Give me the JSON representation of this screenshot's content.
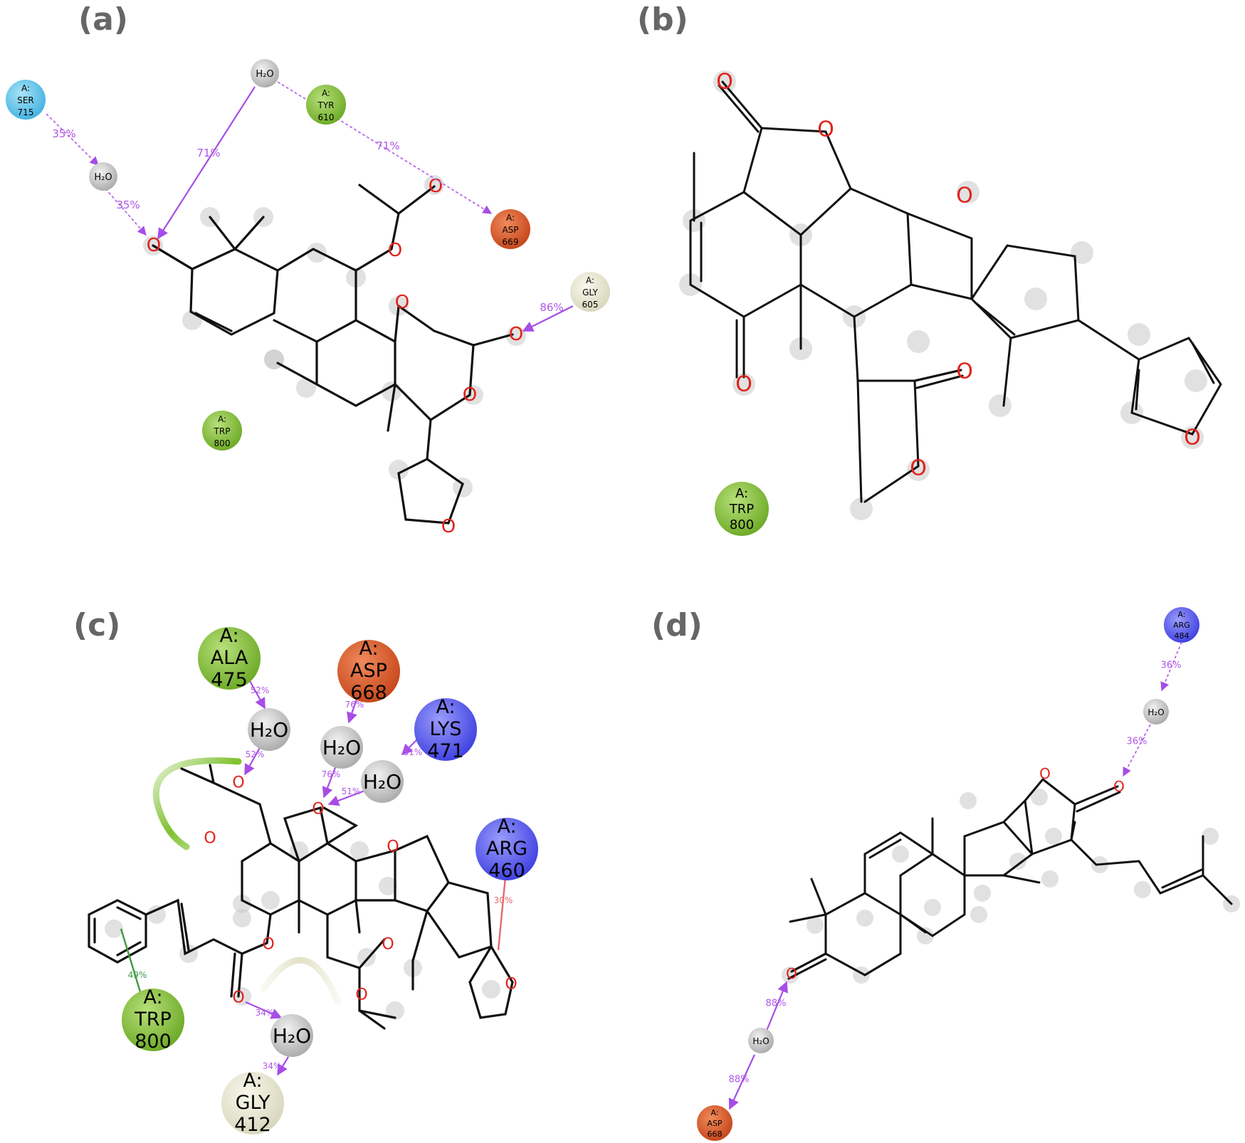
{
  "panels": [
    {
      "id": "a",
      "label": "(a)",
      "residues": [
        {
          "name": "SER",
          "chain": "A:",
          "num": "715",
          "kind": "polar"
        },
        {
          "name": "TYR",
          "chain": "A:",
          "num": "610",
          "kind": "hydrophobic"
        },
        {
          "name": "ASP",
          "chain": "A:",
          "num": "669",
          "kind": "negative"
        },
        {
          "name": "GLY",
          "chain": "A:",
          "num": "605",
          "kind": "glycine"
        },
        {
          "name": "TRP",
          "chain": "A:",
          "num": "800",
          "kind": "hydrophobic"
        }
      ],
      "waters": [
        "H2O",
        "H2O"
      ],
      "interactions": [
        "35%",
        "35%",
        "71%",
        "71%",
        "86%"
      ]
    },
    {
      "id": "b",
      "label": "(b)",
      "residues": [
        {
          "name": "TRP",
          "chain": "A:",
          "num": "800",
          "kind": "hydrophobic"
        }
      ],
      "waters": [],
      "interactions": []
    },
    {
      "id": "c",
      "label": "(c)",
      "residues": [
        {
          "name": "ALA",
          "chain": "A:",
          "num": "475",
          "kind": "hydrophobic"
        },
        {
          "name": "ASP",
          "chain": "A:",
          "num": "668",
          "kind": "negative"
        },
        {
          "name": "LYS",
          "chain": "A:",
          "num": "471",
          "kind": "positive"
        },
        {
          "name": "ARG",
          "chain": "A:",
          "num": "460",
          "kind": "positive"
        },
        {
          "name": "TRP",
          "chain": "A:",
          "num": "800",
          "kind": "hydrophobic"
        },
        {
          "name": "GLY",
          "chain": "A:",
          "num": "412",
          "kind": "glycine"
        }
      ],
      "waters": [
        "H2O",
        "H2O",
        "H2O",
        "H2O"
      ],
      "interactions": [
        "52%",
        "52%",
        "76%",
        "76%",
        "51%",
        "51%",
        "30%",
        "49%",
        "34%",
        "34%"
      ]
    },
    {
      "id": "d",
      "label": "(d)",
      "residues": [
        {
          "name": "ARG",
          "chain": "A:",
          "num": "484",
          "kind": "positive"
        },
        {
          "name": "ASP",
          "chain": "A:",
          "num": "668",
          "kind": "negative"
        }
      ],
      "waters": [
        "H2O",
        "H2O"
      ],
      "interactions": [
        "36%",
        "36%",
        "88%",
        "88%"
      ]
    }
  ],
  "atom_symbol": "O",
  "colors": {
    "polar": "#69c8ec",
    "hydrophobic": "#8cc63e",
    "negative": "#e0582a",
    "positive": "#5b5cf0",
    "glycine": "#e8e8d2",
    "water": "#cfcfcf",
    "hbond": "#a64de6",
    "pi_cation": "#e36a6a",
    "pi_stack": "#3e9a3e"
  }
}
